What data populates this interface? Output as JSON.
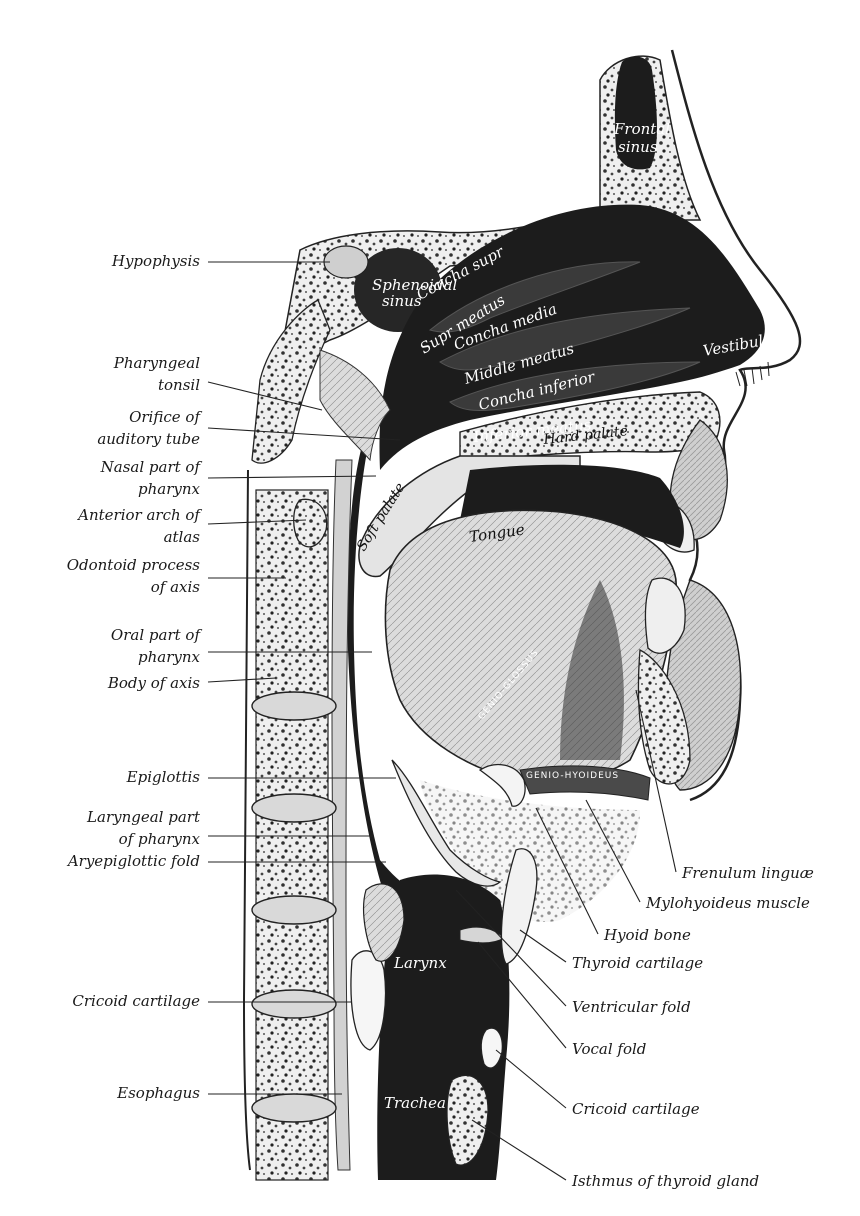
{
  "left_labels": {
    "hypophysis": "Hypophysis",
    "pharyngeal_tonsil_1": "Pharyngeal",
    "pharyngeal_tonsil_2": "tonsil",
    "orifice_1": "Orifice of",
    "orifice_2": "auditory tube",
    "nasal_part_1": "Nasal part of",
    "nasal_part_2": "pharynx",
    "anterior_arch_1": "Anterior arch of",
    "anterior_arch_2": "atlas",
    "odontoid_1": "Odontoid process",
    "odontoid_2": "of axis",
    "oral_part_1": "Oral part of",
    "oral_part_2": "pharynx",
    "body_of_axis": "Body of axis",
    "epiglottis": "Epiglottis",
    "laryngeal_part_1": "Laryngeal part",
    "laryngeal_part_2": "of pharynx",
    "aryepiglottic_fold": "Aryepiglottic fold",
    "cricoid_cartilage": "Cricoid cartilage",
    "esophagus": "Esophagus"
  },
  "right_labels": {
    "frenulum_linguae": "Frenulum linguæ",
    "mylohyoideus_muscle": "Mylohyoideus muscle",
    "hyoid_bone": "Hyoid bone",
    "thyroid_cartilage": "Thyroid cartilage",
    "ventricular_fold": "Ventricular fold",
    "vocal_fold": "Vocal fold",
    "cricoid_cartilage": "Cricoid cartilage",
    "isthmus_of_thyroid_gland": "Isthmus of thyroid gland"
  },
  "internal_labels": {
    "frontal_1": "Frontal",
    "frontal_2": "sinus",
    "sphenoidal_1": "Sphenoidal",
    "sphenoidal_2": "sinus",
    "concha_supr": "Concha supr",
    "supr_meatus": "Supr meatus",
    "concha_media": "Concha media",
    "middle_meatus": "Middle meatus",
    "concha_inferior": "Concha inferior",
    "vestibule": "Vestibule",
    "inferior_meatus": "Inferior meatus",
    "hard_palate": "Hard palate",
    "soft_palate": "Soft palate",
    "tongue": "Tongue",
    "genio_glossus": "GENIO-GLOSSUS",
    "genio_hyoideus": "GENIO-HYOIDEUS",
    "larynx": "Larynx",
    "trachea": "Trachea"
  },
  "colors": {
    "cavity": "#1c1c1c",
    "tissue": "#d6d6d6",
    "bone": "#eeeeee",
    "ink": "#222222"
  }
}
